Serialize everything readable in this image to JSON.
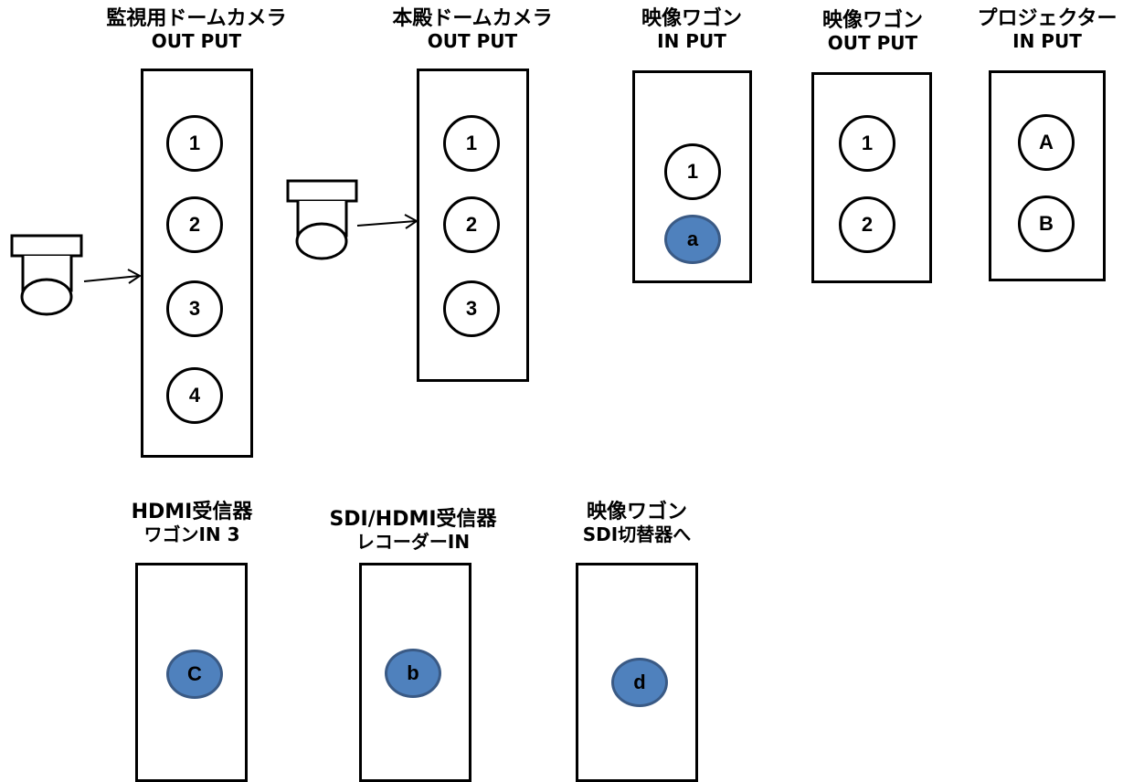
{
  "colors": {
    "panel_stroke": "#000000",
    "port_blue_fill": "#4f81bd",
    "port_blue_stroke": "#3a5a85"
  },
  "panels": [
    {
      "title": "監視用ドームカメラ",
      "subtitle": "OUT PUT",
      "ports": [
        "1",
        "2",
        "3",
        "4"
      ]
    },
    {
      "title": "本殿ドームカメラ",
      "subtitle": "OUT PUT",
      "ports": [
        "1",
        "2",
        "3"
      ]
    },
    {
      "title": "映像ワゴン",
      "subtitle": "IN PUT",
      "ports": [
        "1",
        "a"
      ]
    },
    {
      "title": "映像ワゴン",
      "subtitle": "OUT PUT",
      "ports": [
        "1",
        "2"
      ]
    },
    {
      "title": "プロジェクター",
      "subtitle": "IN PUT",
      "ports": [
        "A",
        "B"
      ]
    },
    {
      "title": "HDMI受信器",
      "subtitle": "ワゴンIN 3",
      "ports": [
        "C"
      ]
    },
    {
      "title": "SDI/HDMI受信器",
      "subtitle": "レコーダーIN",
      "ports": [
        "b"
      ]
    },
    {
      "title": "映像ワゴン",
      "subtitle": "SDI切替器へ",
      "ports": [
        "d"
      ]
    }
  ],
  "icons": [
    "dome-camera-icon",
    "arrow-icon"
  ]
}
